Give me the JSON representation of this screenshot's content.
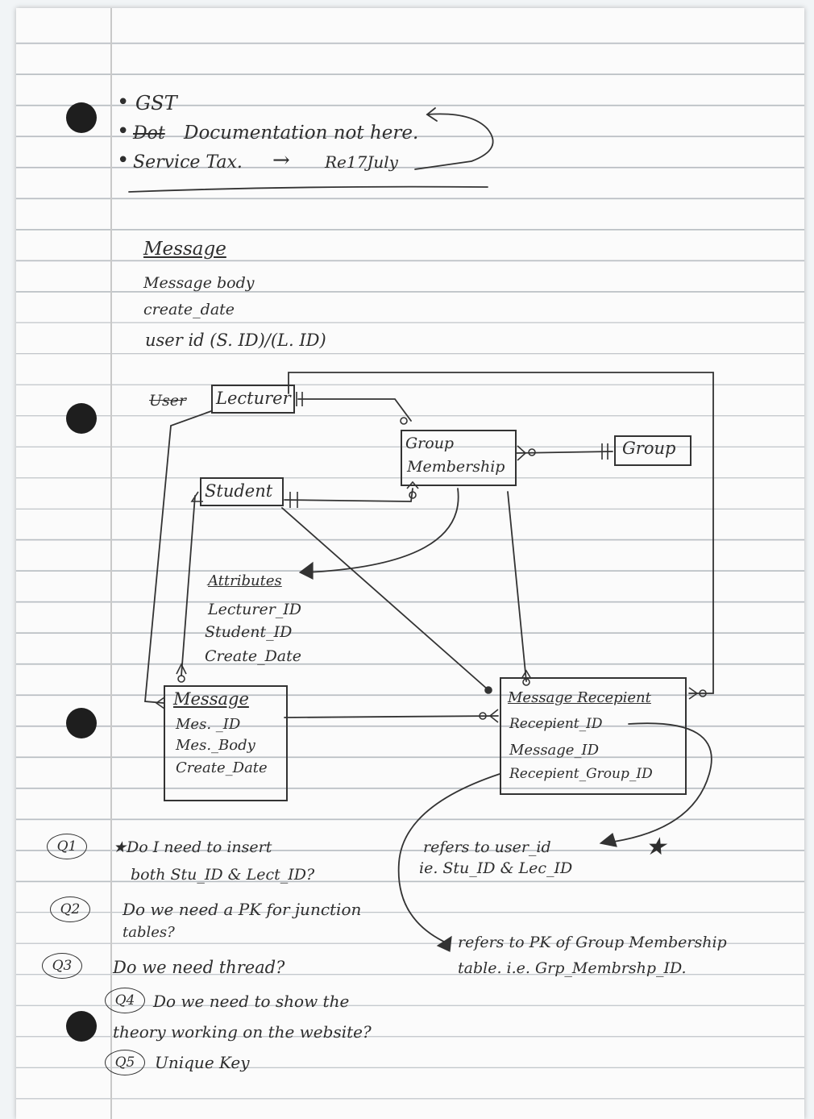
{
  "notes": {
    "bullet_1": "GST",
    "bullet_2_struck": "Dot",
    "bullet_2": "Documentation not here.",
    "bullet_3": "Service Tax.",
    "bullet_3_arrow": "→",
    "bullet_3_target": "Re17July"
  },
  "message_note": {
    "title": "Message",
    "fields": [
      "Message body",
      "create_date",
      "user id (S. ID)/(L. ID)"
    ]
  },
  "entities": {
    "lecturer_struck": "User",
    "lecturer": "Lecturer",
    "student": "Student",
    "group_membership_line1": "Group",
    "group_membership_line2": "Membership",
    "group": "Group",
    "message": {
      "title": "Message",
      "attrs": [
        "Mes. _ID",
        "Mes._Body",
        "Create_Date"
      ]
    },
    "message_recipient": {
      "title": "Message Recepient",
      "attrs": [
        "Recepient_ID",
        "Message_ID",
        "Recepient_Group_ID"
      ]
    }
  },
  "attributes_note": {
    "title": "Attributes",
    "fields": [
      "Lecturer_ID",
      "Student_ID",
      "Create_Date"
    ]
  },
  "annotations": {
    "recipient_ref_line1": "refers to user_id",
    "recipient_ref_line2": "ie. Stu_ID & Lec_ID",
    "star": "★",
    "group_ref_line1": "refers to PK of Group Membership",
    "group_ref_line2": "table. i.e. Grp_Membrshp_ID."
  },
  "questions": [
    {
      "num": "Q1",
      "lines": [
        "★Do I need to insert",
        "both Stu_ID & Lect_ID?"
      ]
    },
    {
      "num": "Q2",
      "lines": [
        "Do we need a PK for junction",
        "tables?"
      ]
    },
    {
      "num": "Q3",
      "lines": [
        "Do we need thread?"
      ]
    },
    {
      "num": "Q4",
      "lines": [
        "Do we need to show the",
        "theory working on the website?"
      ]
    },
    {
      "num": "Q5",
      "lines": [
        "Unique Key"
      ]
    }
  ]
}
